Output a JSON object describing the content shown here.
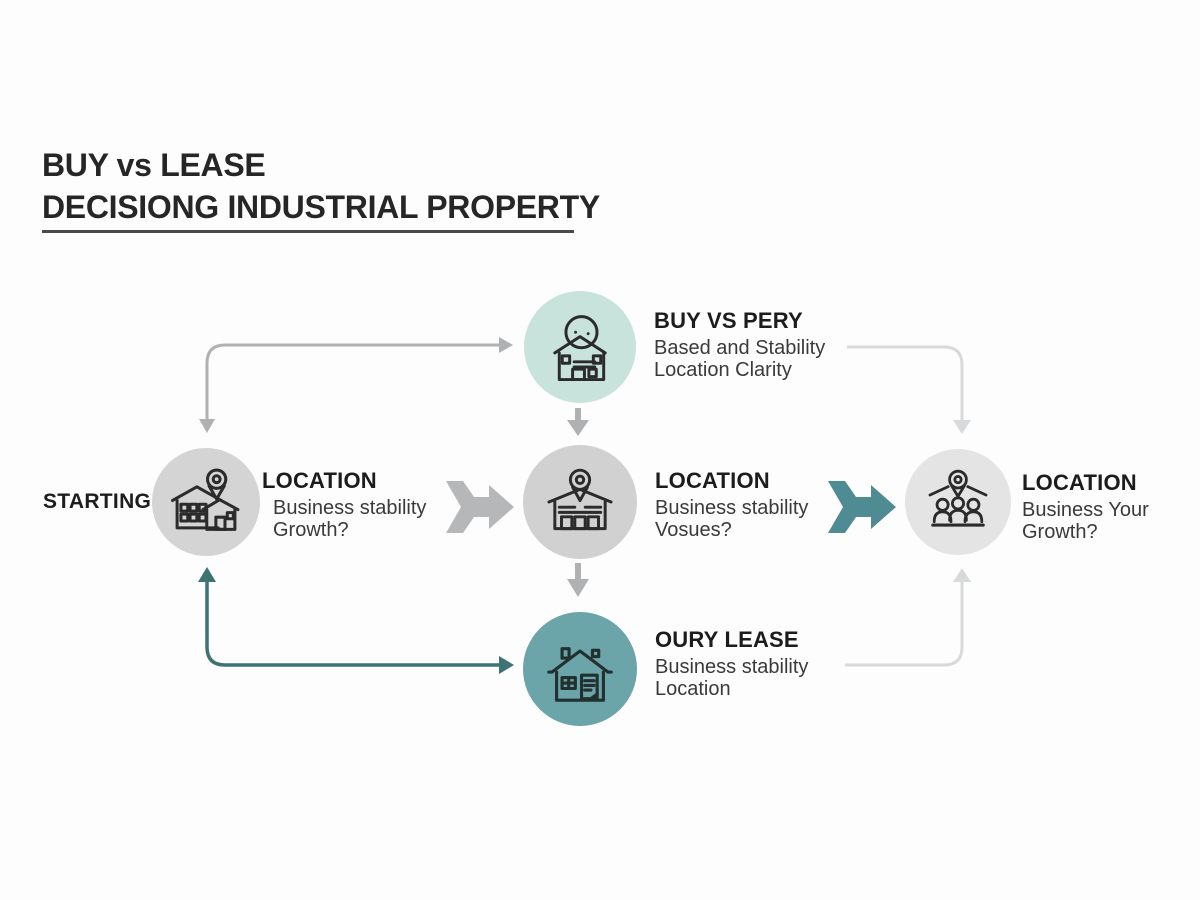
{
  "title": {
    "line1": "BUY vs LEASE",
    "line2": "DECISIONG INDUSTRIAL PROPERTY"
  },
  "start_label": "STARTING",
  "nodes": {
    "buy": {
      "title": "BUY VS PERY",
      "desc1": "Based and Stability",
      "desc2": "Location Clarity",
      "circle_color": "#c8e3dc",
      "icon": "building-person-icon"
    },
    "start": {
      "title": "LOCATION",
      "desc1": "Business stability",
      "desc2": "Growth?",
      "circle_color": "#d3d4d3",
      "icon": "buildings-pin-icon"
    },
    "center": {
      "title": "LOCATION",
      "desc1": "Business stability",
      "desc2": "Vosues?",
      "circle_color": "#d0d1d0",
      "icon": "warehouse-pin-icon"
    },
    "result": {
      "title": "LOCATION",
      "desc1": "Business Your",
      "desc2": "Growth?",
      "circle_color": "#e3e4e3",
      "icon": "people-pin-icon"
    },
    "lease": {
      "title": "OURY LEASE",
      "desc1": "Business stability",
      "desc2": "Location",
      "circle_color": "#6ba4a9",
      "icon": "house-document-icon"
    }
  },
  "colors": {
    "background": "#fdfdfd",
    "text_dark": "#1c1c1c",
    "title_underline": "#4a4a4a",
    "arrow_gray": "#b0b1b3",
    "arrow_light_gray": "#d8d9da",
    "chevron_gray": "#b6b7b9",
    "chevron_teal": "#4e8b92",
    "line_teal_dark": "#3e7373",
    "icon_stroke": "#2b2b2b"
  }
}
